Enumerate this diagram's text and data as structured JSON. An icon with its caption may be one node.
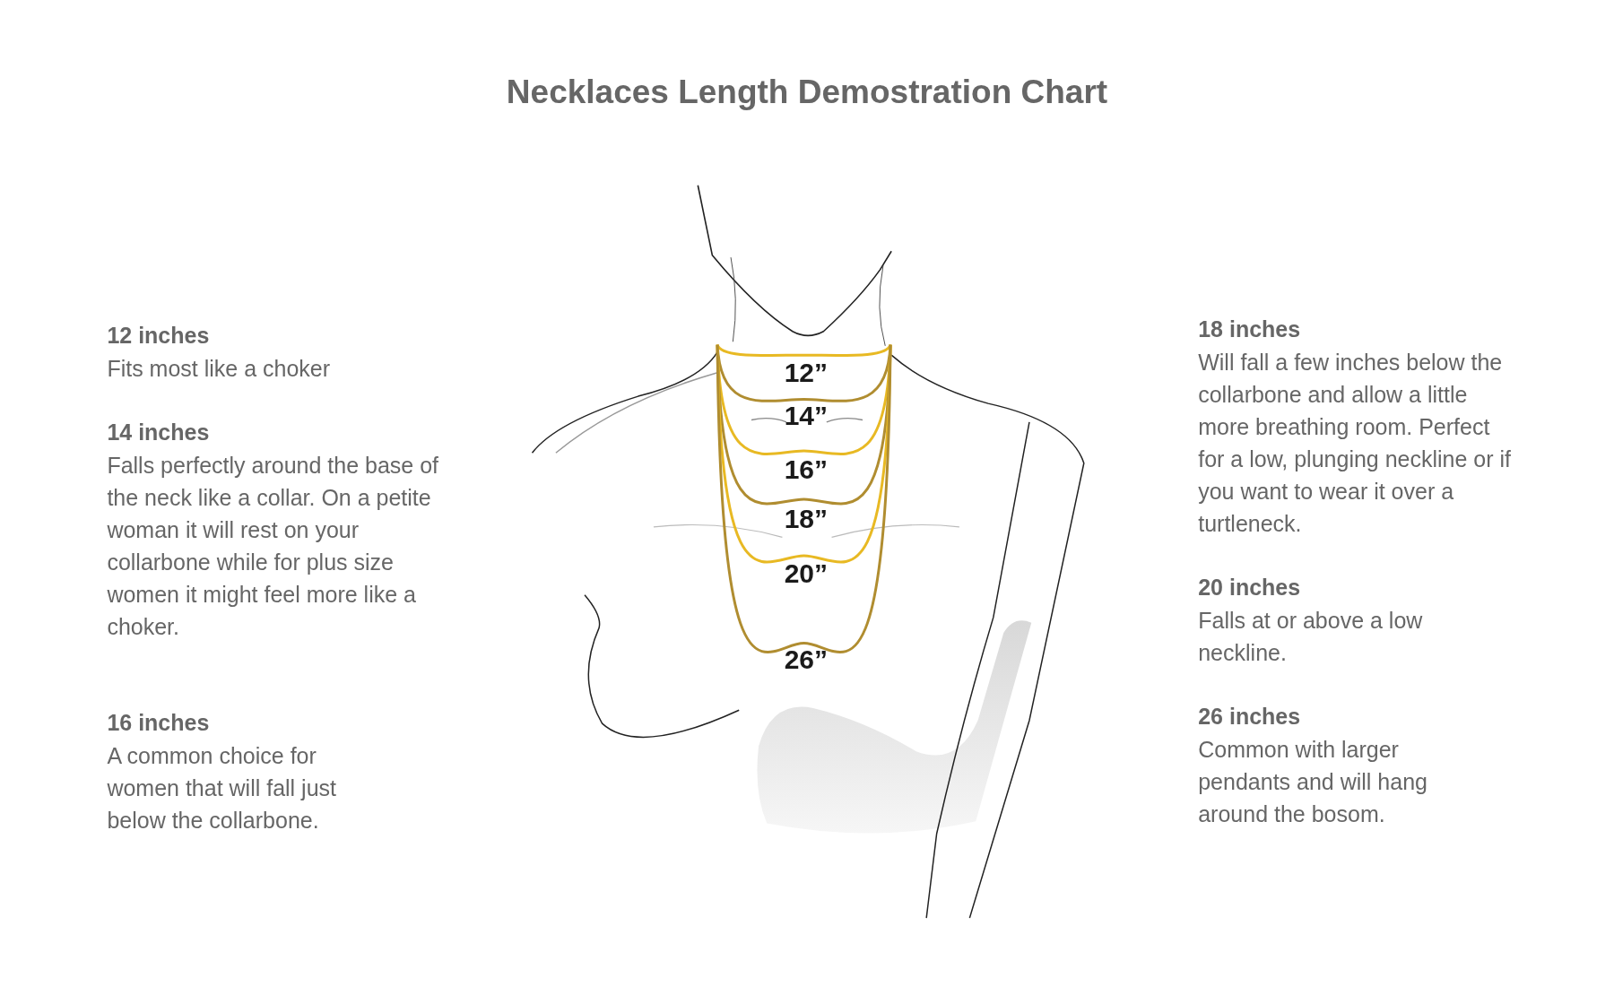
{
  "diagram": {
    "title": "Necklaces Length Demostration Chart",
    "labels": [
      "12 inches",
      "Fits most like a choker",
      "14 inches",
      "Falls perfectly around the base of the neck like a collar. On a petite woman it will rest on your collarbone while for plus size women it might feel more like a choker.",
      "16 inches",
      "A common choice for women that will fall just below the collarbone.",
      "12”",
      "14”",
      "16”",
      "18”",
      "20”",
      "26”",
      "18 inches",
      "Will fall a few inches below the collarbone and allow a little more breathing room. Perfect for a low, plunging neckline or if you want to wear it over a turtleneck.",
      "20 inches",
      "Falls at or above a low neckline.",
      "26 inches",
      "Common with larger pendants and will hang around the bosom."
    ]
  }
}
